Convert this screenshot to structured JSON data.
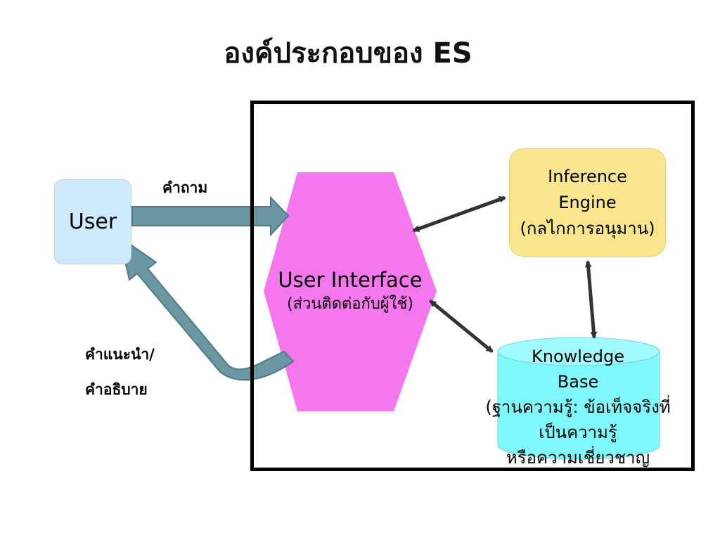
{
  "title": "องค์ประกอบของ ES",
  "user": {
    "label": "User"
  },
  "question_label": "คำถาม",
  "answer_label": {
    "line1": "คำแนะนำ/",
    "line2": "คำอธิบาย"
  },
  "user_interface": {
    "line1": "User Interface",
    "line2": "(ส่วนติดต่อกับผู้ใช้)"
  },
  "inference_engine": {
    "line1": "Inference",
    "line2": "Engine",
    "line3": "(กลไกการอนุมาน)"
  },
  "knowledge_base": {
    "line1": "Knowledge",
    "line2": "Base",
    "line3": "(ฐานความรู้: ข้อเท็จจริงที่",
    "line4": "เป็นความรู้",
    "line5": "หรือความเชี่ยวชาญ"
  },
  "colors": {
    "user_box": "#cde9fb",
    "interface_hexagon": "#f577ee",
    "inference_box": "#f8e58c",
    "knowledge_cylinder": "#7ff8fb",
    "flow_arrow": "#6b97a3",
    "connector": "#333333"
  }
}
